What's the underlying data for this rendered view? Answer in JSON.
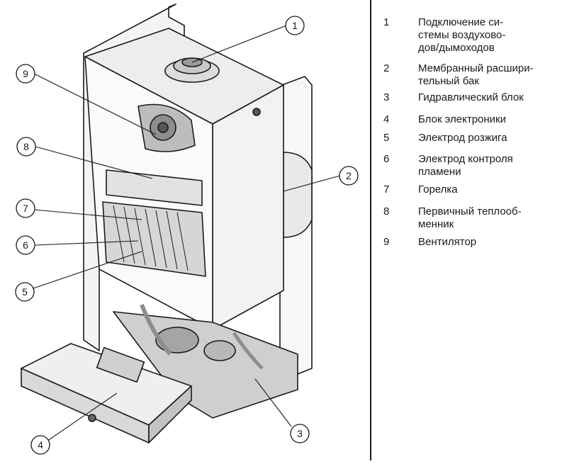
{
  "legend": [
    {
      "num": "1",
      "text": "Подключение си-\nстемы воздухово-\nдов/дымоходов"
    },
    {
      "num": "2",
      "text": "Мембранный расшири-\nтельный бак"
    },
    {
      "num": "3",
      "text": "Гидравлический блок"
    },
    {
      "num": "4",
      "text": "Блок электроники"
    },
    {
      "num": "5",
      "text": "Электрод розжига"
    },
    {
      "num": "6",
      "text": "Электрод контроля\nпламени"
    },
    {
      "num": "7",
      "text": "Горелка"
    },
    {
      "num": "8",
      "text": "Первичный теплооб-\nменник"
    },
    {
      "num": "9",
      "text": "Вентилятор"
    }
  ],
  "callouts": [
    "1",
    "2",
    "3",
    "4",
    "5",
    "6",
    "7",
    "8",
    "9"
  ]
}
